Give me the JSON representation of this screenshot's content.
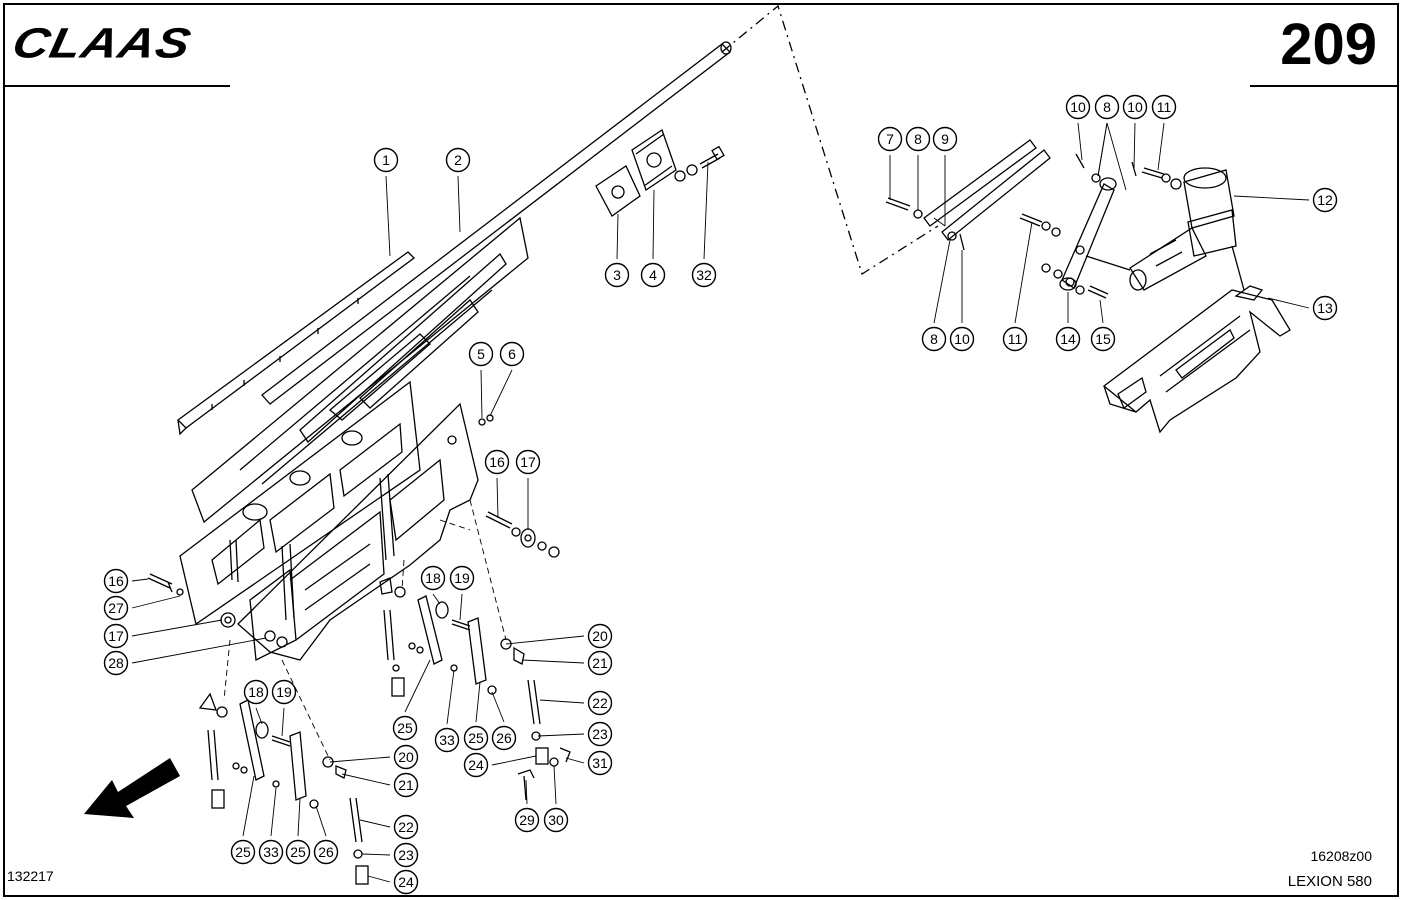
{
  "header": {
    "brand_logo": "CLAAS",
    "page_number": "209"
  },
  "footer": {
    "reference": "132217",
    "drawing_code": "16208z00",
    "model": "LEXION 580"
  },
  "colors": {
    "line": "#000000",
    "background": "#ffffff"
  },
  "callouts": [
    {
      "id": "c1",
      "label": "1"
    },
    {
      "id": "c2",
      "label": "2"
    },
    {
      "id": "c3",
      "label": "3"
    },
    {
      "id": "c4",
      "label": "4"
    },
    {
      "id": "c32a",
      "label": "32"
    },
    {
      "id": "c5",
      "label": "5"
    },
    {
      "id": "c6",
      "label": "6"
    },
    {
      "id": "c16a",
      "label": "16"
    },
    {
      "id": "c17a",
      "label": "17"
    },
    {
      "id": "c16b",
      "label": "16"
    },
    {
      "id": "c27",
      "label": "27"
    },
    {
      "id": "c17b",
      "label": "17"
    },
    {
      "id": "c28",
      "label": "28"
    },
    {
      "id": "c18a",
      "label": "18"
    },
    {
      "id": "c19a",
      "label": "19"
    },
    {
      "id": "c20a",
      "label": "20"
    },
    {
      "id": "c21a",
      "label": "21"
    },
    {
      "id": "c22a",
      "label": "22"
    },
    {
      "id": "c23a",
      "label": "23"
    },
    {
      "id": "c24a",
      "label": "24"
    },
    {
      "id": "c31",
      "label": "31"
    },
    {
      "id": "c29",
      "label": "29"
    },
    {
      "id": "c30",
      "label": "30"
    },
    {
      "id": "c25a",
      "label": "25"
    },
    {
      "id": "c33a",
      "label": "33"
    },
    {
      "id": "c25b",
      "label": "25"
    },
    {
      "id": "c26a",
      "label": "26"
    },
    {
      "id": "c18b",
      "label": "18"
    },
    {
      "id": "c19b",
      "label": "19"
    },
    {
      "id": "c20b",
      "label": "20"
    },
    {
      "id": "c21b",
      "label": "21"
    },
    {
      "id": "c22b",
      "label": "22"
    },
    {
      "id": "c23b",
      "label": "23"
    },
    {
      "id": "c24b",
      "label": "24"
    },
    {
      "id": "c25c",
      "label": "25"
    },
    {
      "id": "c33b",
      "label": "33"
    },
    {
      "id": "c25d",
      "label": "25"
    },
    {
      "id": "c26b",
      "label": "26"
    },
    {
      "id": "c7",
      "label": "7"
    },
    {
      "id": "c8a",
      "label": "8"
    },
    {
      "id": "c9",
      "label": "9"
    },
    {
      "id": "c10a",
      "label": "10"
    },
    {
      "id": "c8b",
      "label": "8"
    },
    {
      "id": "c10b",
      "label": "10"
    },
    {
      "id": "c11a",
      "label": "11"
    },
    {
      "id": "c12",
      "label": "12"
    },
    {
      "id": "c13",
      "label": "13"
    },
    {
      "id": "c8c",
      "label": "8"
    },
    {
      "id": "c10c",
      "label": "10"
    },
    {
      "id": "c11b",
      "label": "11"
    },
    {
      "id": "c14",
      "label": "14"
    },
    {
      "id": "c15",
      "label": "15"
    }
  ]
}
